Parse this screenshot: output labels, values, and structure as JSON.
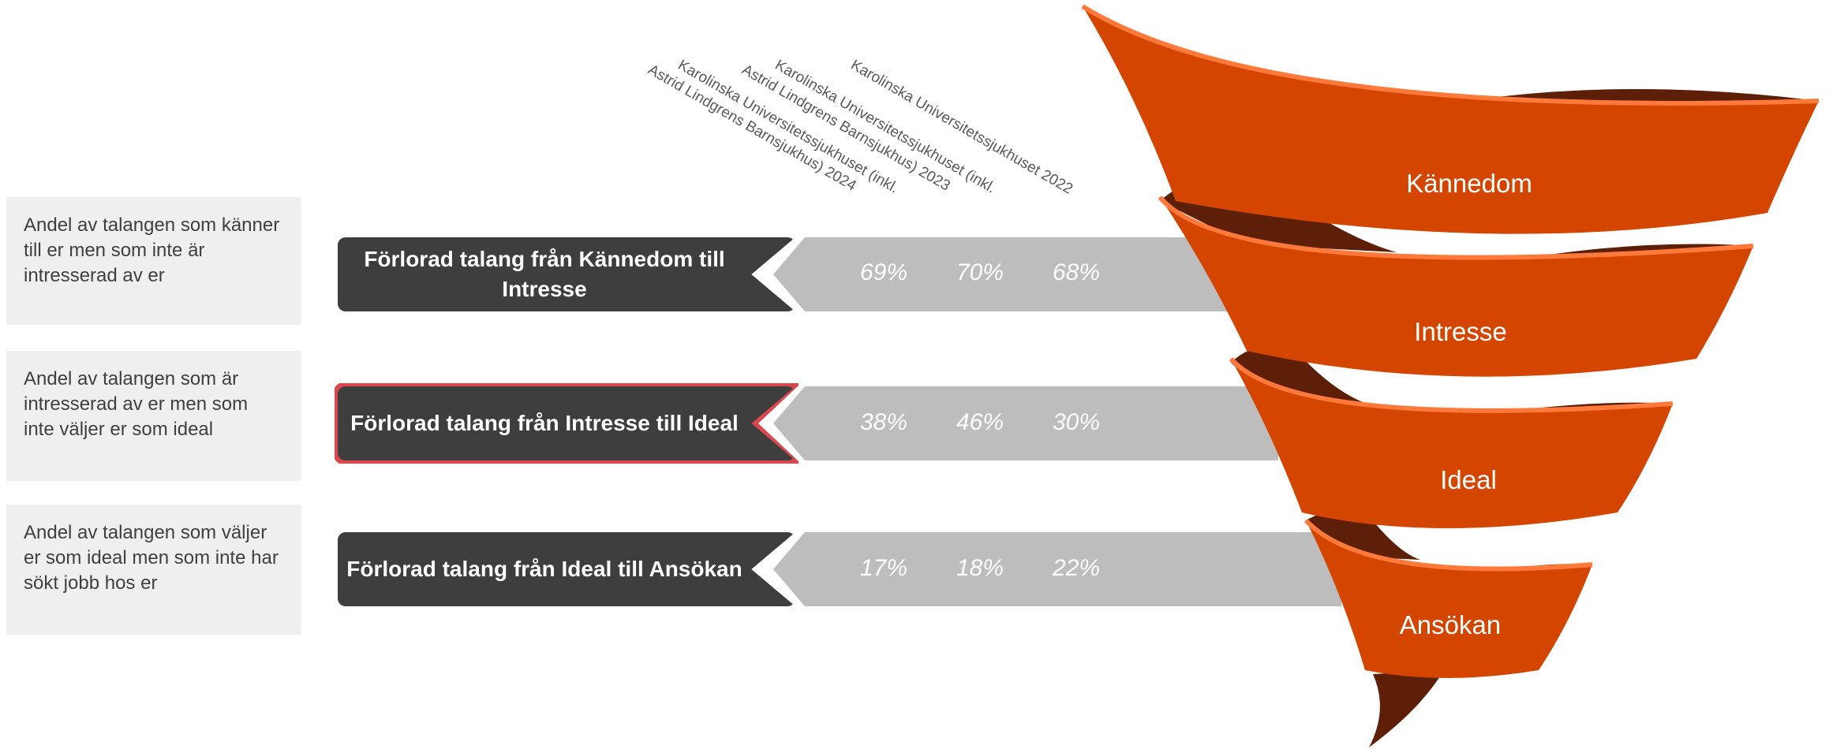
{
  "column_headers": [
    "Astrid Lindgrens Barnsjukhus) 2024",
    "Karolinska Universitetssjukhuset (inkl.",
    "Astrid Lindgrens Barnsjukhus) 2023",
    "Karolinska Universitetssjukhuset (inkl.",
    "Karolinska Universitetssjukhuset 2022"
  ],
  "rows": [
    {
      "description": "Andel av talangen som känner till er men som inte är intresserad av er",
      "label": "Förlorad talang från Kännedom till Intresse",
      "values": [
        "69%",
        "70%",
        "68%"
      ],
      "highlighted": false
    },
    {
      "description": "Andel av talangen som är intresserad av er men som inte väljer er som ideal",
      "label": "Förlorad talang från Intresse till Ideal",
      "values": [
        "38%",
        "46%",
        "30%"
      ],
      "highlighted": true
    },
    {
      "description": "Andel av talangen som väljer er som ideal men som inte har sökt jobb hos er",
      "label": "Förlorad talang från Ideal till Ansökan",
      "values": [
        "17%",
        "18%",
        "22%"
      ],
      "highlighted": false
    }
  ],
  "funnel": {
    "stages": [
      "Kännedom",
      "Intresse",
      "Ideal",
      "Ansökan"
    ]
  },
  "colors": {
    "funnel_orange": "#d44500",
    "funnel_rim": "#ff7a3a",
    "funnel_dark": "#5e1f09",
    "label_dark": "#3e3e3e",
    "band_gray": "#bdbdbd",
    "desc_bg": "#eeefee",
    "highlight_border": "#d9474f"
  }
}
